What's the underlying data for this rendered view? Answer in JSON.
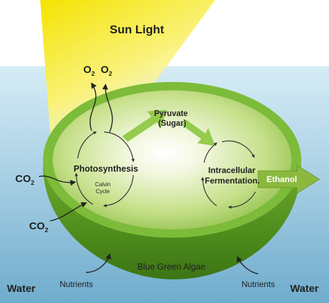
{
  "labels": {
    "sun_light": "Sun Light",
    "o2": "O",
    "o2_sub": "2",
    "co2": "CO",
    "co2_sub": "2",
    "pyruvate_line1": "Pyruvate",
    "pyruvate_line2": "(Sugar)",
    "photosynthesis": "Photosynthesis",
    "calvin_line1": "Calvin",
    "calvin_line2": "Cycle",
    "fermentation_line1": "Intracellular",
    "fermentation_line2": "Fermentation.",
    "ethanol": "Ethanol",
    "algae": "Blue Green Algae",
    "nutrients": "Nutrients",
    "water": "Water"
  },
  "colors": {
    "sky": "#ffffff",
    "water_top": "#c6e2ef",
    "water_bottom": "#7ab5d3",
    "sun_beam": "#f6e400",
    "cell_dark": "#4e8c1c",
    "cell_light": "#b5d66b",
    "cell_rim": "#7dbb3a",
    "arrow_green": "#8cc63f",
    "ethanol_box": "#8ab93e",
    "text": "#222222"
  },
  "icons": {
    "o2_arrows": "curved-arrow-icon",
    "co2_arrows": "curved-arrow-icon",
    "cycle_arrows": "cycle-arrow-icon",
    "flow_arrows": "block-arrow-icon"
  }
}
